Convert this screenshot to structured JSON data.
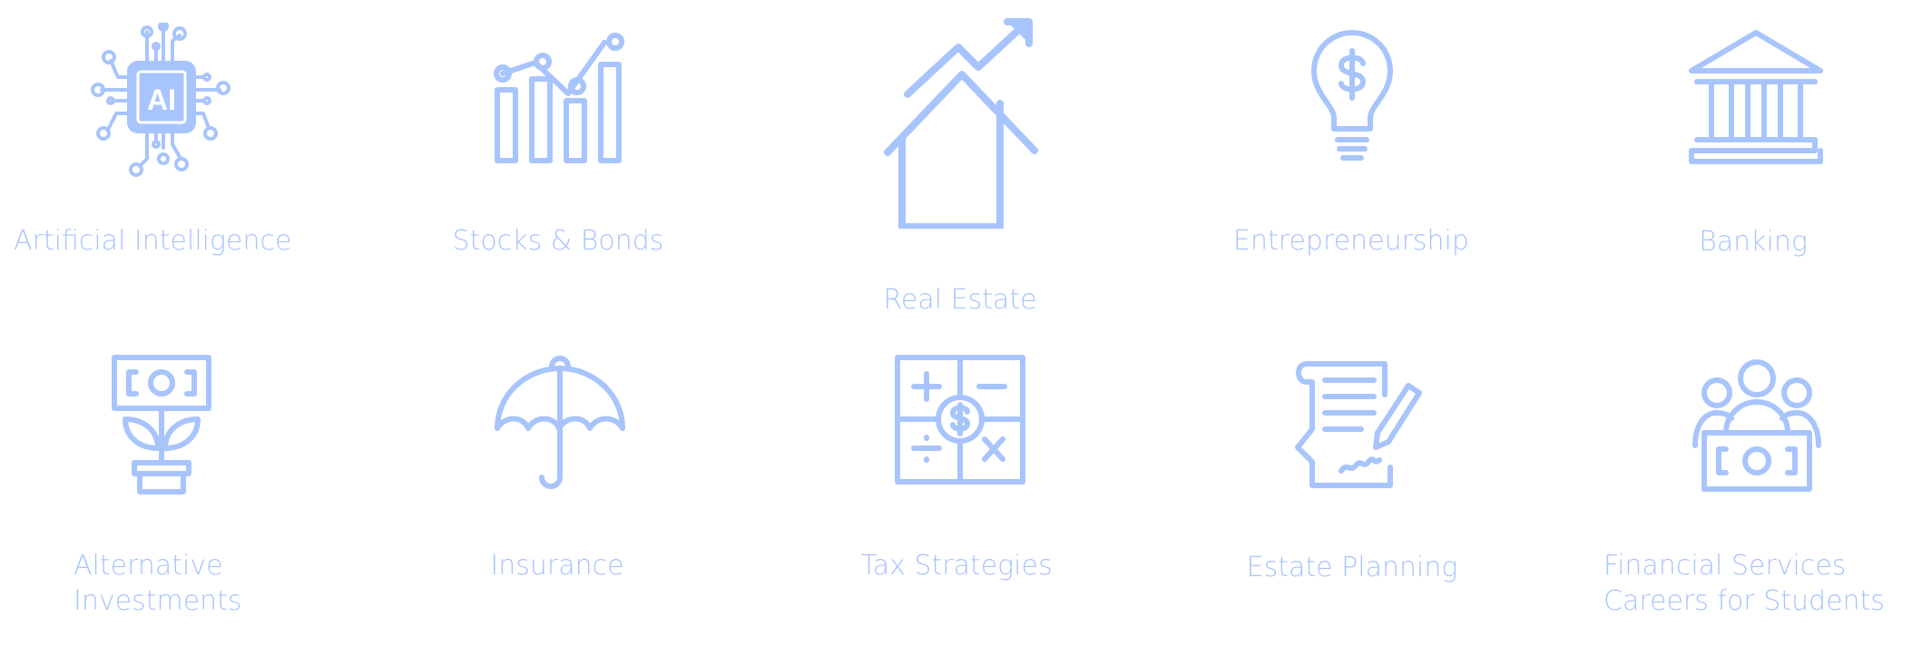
{
  "accent_color": "#a8c4fc",
  "categories": [
    {
      "label": "Artificial Intelligence",
      "icon": "ai-chip-icon",
      "chip_text": "AI"
    },
    {
      "label": "Stocks & Bonds",
      "icon": "bar-chart-trend-icon"
    },
    {
      "label": "Real Estate",
      "icon": "house-growth-icon"
    },
    {
      "label": "Entrepreneurship",
      "icon": "lightbulb-dollar-icon"
    },
    {
      "label": "Banking",
      "icon": "bank-building-icon"
    },
    {
      "label_line1": "Alternative",
      "label_line2": "Investments",
      "icon": "money-plant-icon"
    },
    {
      "label": "Insurance",
      "icon": "umbrella-icon"
    },
    {
      "label": "Tax Strategies",
      "icon": "tax-calculator-icon"
    },
    {
      "label": "Estate Planning",
      "icon": "document-signature-icon"
    },
    {
      "label_line1": "Financial Services",
      "label_line2": "Careers for Students",
      "icon": "people-money-icon"
    }
  ]
}
